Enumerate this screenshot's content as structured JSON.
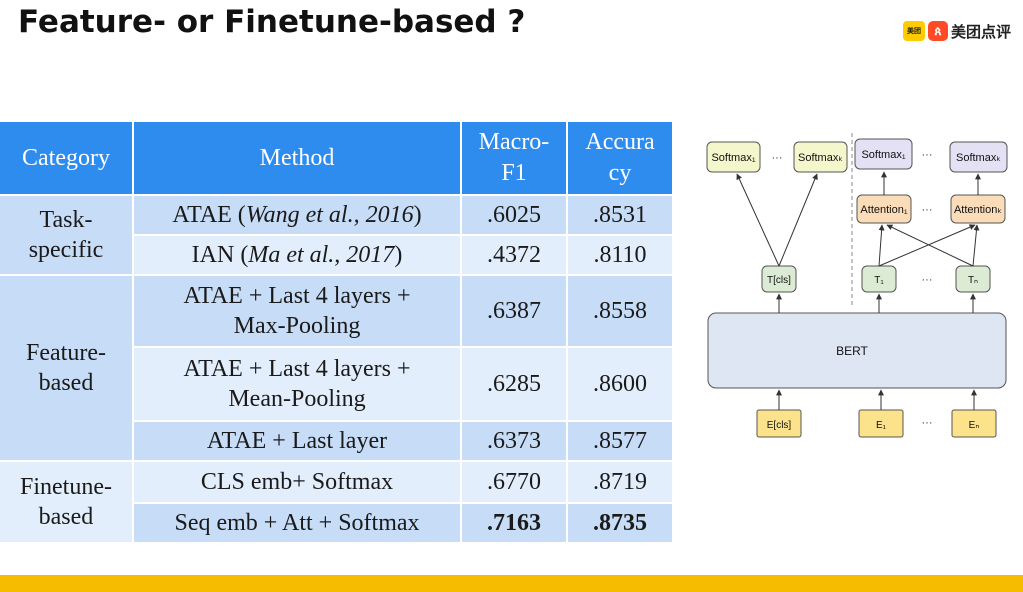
{
  "slide": {
    "title": "Feature- or Finetune-based ?"
  },
  "logo": {
    "badge": "美团",
    "mark": "ጰ",
    "text": "美团点评"
  },
  "table": {
    "headers": {
      "category": "Category",
      "method": "Method",
      "macro_f1": "Macro-\nF1",
      "accuracy": "Accura\ncy"
    },
    "categories": {
      "task": "Task-\nspecific",
      "feature": "Feature-\nbased",
      "finetune": "Finetune-\nbased"
    },
    "rows": [
      {
        "method": "ATAE (",
        "method_em": "Wang et al., 2016",
        "method_end": ")",
        "f1": ".6025",
        "acc": ".8531"
      },
      {
        "method": "IAN (",
        "method_em": "Ma et al., 2017",
        "method_end": ")",
        "f1": ".4372",
        "acc": ".8110"
      },
      {
        "method": "ATAE + Last 4 layers +\nMax-Pooling",
        "f1": ".6387",
        "acc": ".8558"
      },
      {
        "method": "ATAE + Last 4 layers +\nMean-Pooling",
        "f1": ".6285",
        "acc": ".8600"
      },
      {
        "method": "ATAE + Last layer",
        "f1": ".6373",
        "acc": ".8577"
      },
      {
        "method": "CLS emb+ Softmax",
        "f1": ".6770",
        "acc": ".8719"
      },
      {
        "method": "Seq emb + Att + Softmax",
        "f1": ".7163",
        "acc": ".8735"
      }
    ]
  },
  "diagram": {
    "softmax_left_1": "Softmax₁",
    "softmax_left_k": "Softmaxₖ",
    "dots": "···",
    "softmax_right_1": "Softmax₁",
    "softmax_right_k": "Softmaxₖ",
    "attention_1": "Attention₁",
    "attention_k": "Attentionₖ",
    "t_cls": "T[cls]",
    "t_1": "T₁",
    "t_n": "Tₙ",
    "bert": "BERT",
    "e_cls": "E[cls]",
    "e_1": "E₁",
    "e_n": "Eₙ",
    "colors": {
      "softmax": "#f4f6cc",
      "softmax_right": "#e3e1f3",
      "attention": "#fbdcb8",
      "token": "#dcebd3",
      "bert": "#dde6f2",
      "embed": "#fce28a"
    }
  }
}
